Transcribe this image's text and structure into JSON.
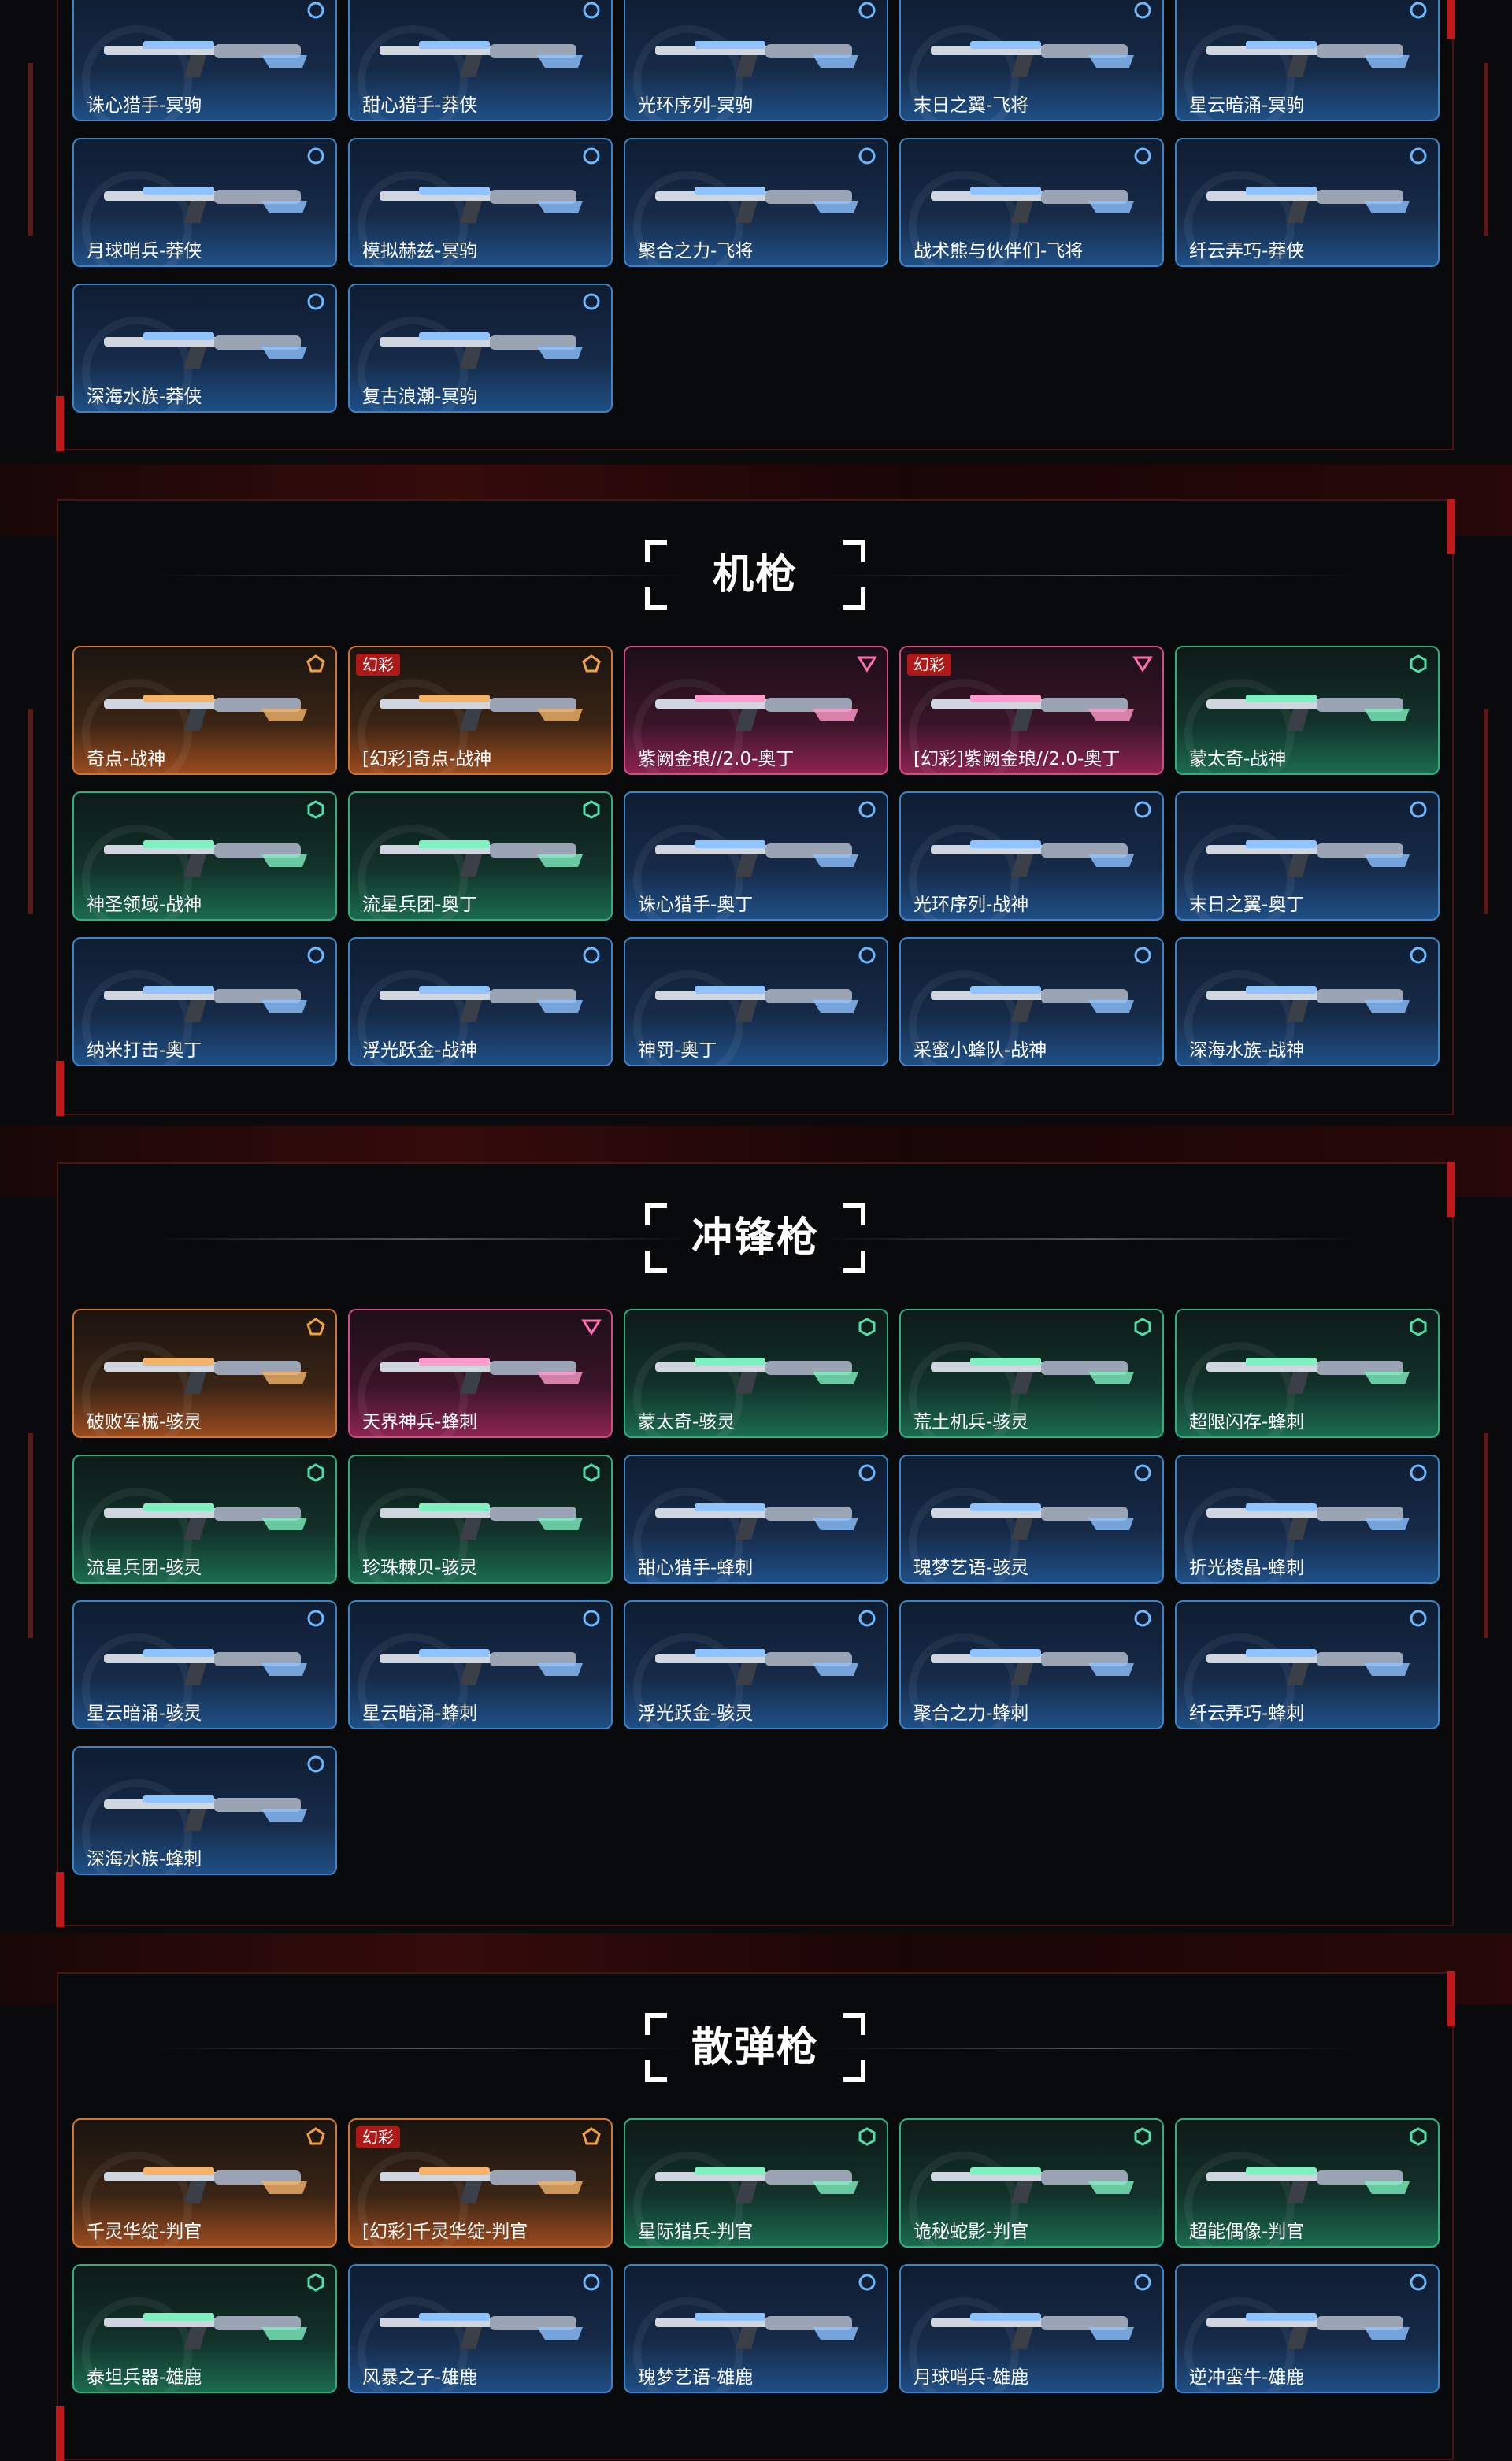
{
  "theme": {
    "blue_border": "#3d84c6",
    "green_border": "#2fae7e",
    "orange_border": "#d2752d",
    "pink_border": "#d24a86",
    "accent_red": "#c01818"
  },
  "sniper_section": {
    "items": [
      {
        "label": "诛心猎手-冥驹",
        "tier": "blue"
      },
      {
        "label": "甜心猎手-莽侠",
        "tier": "blue"
      },
      {
        "label": "光环序列-冥驹",
        "tier": "blue"
      },
      {
        "label": "末日之翼-飞将",
        "tier": "blue"
      },
      {
        "label": "星云暗涌-冥驹",
        "tier": "blue"
      },
      {
        "label": "月球哨兵-莽侠",
        "tier": "blue"
      },
      {
        "label": "模拟赫兹-冥驹",
        "tier": "blue"
      },
      {
        "label": "聚合之力-飞将",
        "tier": "blue"
      },
      {
        "label": "战术熊与伙伴们-飞将",
        "tier": "blue"
      },
      {
        "label": "纤云弄巧-莽侠",
        "tier": "blue"
      },
      {
        "label": "深海水族-莽侠",
        "tier": "blue"
      },
      {
        "label": "复古浪潮-冥驹",
        "tier": "blue"
      }
    ]
  },
  "machinegun_section": {
    "title": "机枪",
    "items": [
      {
        "label": "奇点-战神",
        "tier": "orange",
        "badge": ""
      },
      {
        "label": "[幻彩]奇点-战神",
        "tier": "orange",
        "badge": "幻彩"
      },
      {
        "label": "紫阙金琅//2.0-奥丁",
        "tier": "pink",
        "badge": ""
      },
      {
        "label": "[幻彩]紫阙金琅//2.0-奥丁",
        "tier": "pink",
        "badge": "幻彩"
      },
      {
        "label": "蒙太奇-战神",
        "tier": "green",
        "badge": ""
      },
      {
        "label": "神圣领域-战神",
        "tier": "green",
        "badge": ""
      },
      {
        "label": "流星兵团-奥丁",
        "tier": "green",
        "badge": ""
      },
      {
        "label": "诛心猎手-奥丁",
        "tier": "blue",
        "badge": ""
      },
      {
        "label": "光环序列-战神",
        "tier": "blue",
        "badge": ""
      },
      {
        "label": "末日之翼-奥丁",
        "tier": "blue",
        "badge": ""
      },
      {
        "label": "纳米打击-奥丁",
        "tier": "blue",
        "badge": ""
      },
      {
        "label": "浮光跃金-战神",
        "tier": "blue",
        "badge": ""
      },
      {
        "label": "神罚-奥丁",
        "tier": "blue",
        "badge": ""
      },
      {
        "label": "采蜜小蜂队-战神",
        "tier": "blue",
        "badge": ""
      },
      {
        "label": "深海水族-战神",
        "tier": "blue",
        "badge": ""
      }
    ]
  },
  "smg_section": {
    "title": "冲锋枪",
    "items": [
      {
        "label": "破败军械-骇灵",
        "tier": "orange"
      },
      {
        "label": "天界神兵-蜂刺",
        "tier": "pink"
      },
      {
        "label": "蒙太奇-骇灵",
        "tier": "green"
      },
      {
        "label": "荒土机兵-骇灵",
        "tier": "green"
      },
      {
        "label": "超限闪存-蜂刺",
        "tier": "green"
      },
      {
        "label": "流星兵团-骇灵",
        "tier": "green"
      },
      {
        "label": "珍珠棘贝-骇灵",
        "tier": "green"
      },
      {
        "label": "甜心猎手-蜂刺",
        "tier": "blue"
      },
      {
        "label": "瑰梦艺语-骇灵",
        "tier": "blue"
      },
      {
        "label": "折光棱晶-蜂刺",
        "tier": "blue"
      },
      {
        "label": "星云暗涌-骇灵",
        "tier": "blue"
      },
      {
        "label": "星云暗涌-蜂刺",
        "tier": "blue"
      },
      {
        "label": "浮光跃金-骇灵",
        "tier": "blue"
      },
      {
        "label": "聚合之力-蜂刺",
        "tier": "blue"
      },
      {
        "label": "纤云弄巧-蜂刺",
        "tier": "blue"
      },
      {
        "label": "深海水族-蜂刺",
        "tier": "blue"
      }
    ]
  },
  "shotgun_section": {
    "title": "散弹枪",
    "items": [
      {
        "label": "千灵华绽-判官",
        "tier": "orange",
        "badge": ""
      },
      {
        "label": "[幻彩]千灵华绽-判官",
        "tier": "orange",
        "badge": "幻彩"
      },
      {
        "label": "星际猎兵-判官",
        "tier": "green",
        "badge": ""
      },
      {
        "label": "诡秘蛇影-判官",
        "tier": "green",
        "badge": ""
      },
      {
        "label": "超能偶像-判官",
        "tier": "green",
        "badge": ""
      },
      {
        "label": "泰坦兵器-雄鹿",
        "tier": "green",
        "badge": ""
      },
      {
        "label": "风暴之子-雄鹿",
        "tier": "blue",
        "badge": ""
      },
      {
        "label": "瑰梦艺语-雄鹿",
        "tier": "blue",
        "badge": ""
      },
      {
        "label": "月球哨兵-雄鹿",
        "tier": "blue",
        "badge": ""
      },
      {
        "label": "逆冲蛮牛-雄鹿",
        "tier": "blue",
        "badge": ""
      }
    ]
  }
}
